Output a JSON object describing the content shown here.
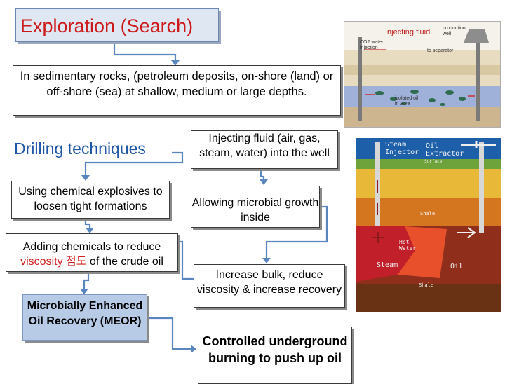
{
  "title": "Exploration (Search)",
  "deposits_text": "In sedimentary rocks, (petroleum deposits, on-shore (land) or off-shore (sea) at shallow, medium or large depths.",
  "drilling_label": "Drilling techniques",
  "steps": {
    "inject": "Injecting fluid (air, gas, steam, water) into the well",
    "explosives": "Using chemical explosives to loosen tight formations",
    "microbial": "Allowing microbial growth inside",
    "chemicals_prefix": "Adding chemicals  to reduce",
    "chemicals_red": "viscosity 점도",
    "chemicals_suffix": " of the crude oil",
    "meor": "Microbially Enhanced Oil Recovery (MEOR)",
    "bulk": "Increase bulk, reduce viscosity & increase recovery",
    "burning": "Controlled underground burning to push up oil"
  },
  "image_injection": {
    "caption": "Injecting fluid",
    "labels": {
      "production_well": "production well",
      "co2_water": "CO2 water injection",
      "separator": "to separator",
      "isolated": "isolated oil in 3ure"
    }
  },
  "image_steam": {
    "labels": {
      "steam_injector": "Steam Injector",
      "oil_extractor": "Oil Extractor",
      "surface": "Surface",
      "shale_top": "Shale",
      "hot_water": "Hot Water",
      "steam": "Steam",
      "oil": "Oil",
      "shale_bottom": "Shale"
    }
  },
  "colors": {
    "title_red": "#cc1a1a",
    "drilling_blue": "#1e56a8",
    "connector": "#5a86bf",
    "meor_fill": "#b7cbe6"
  }
}
